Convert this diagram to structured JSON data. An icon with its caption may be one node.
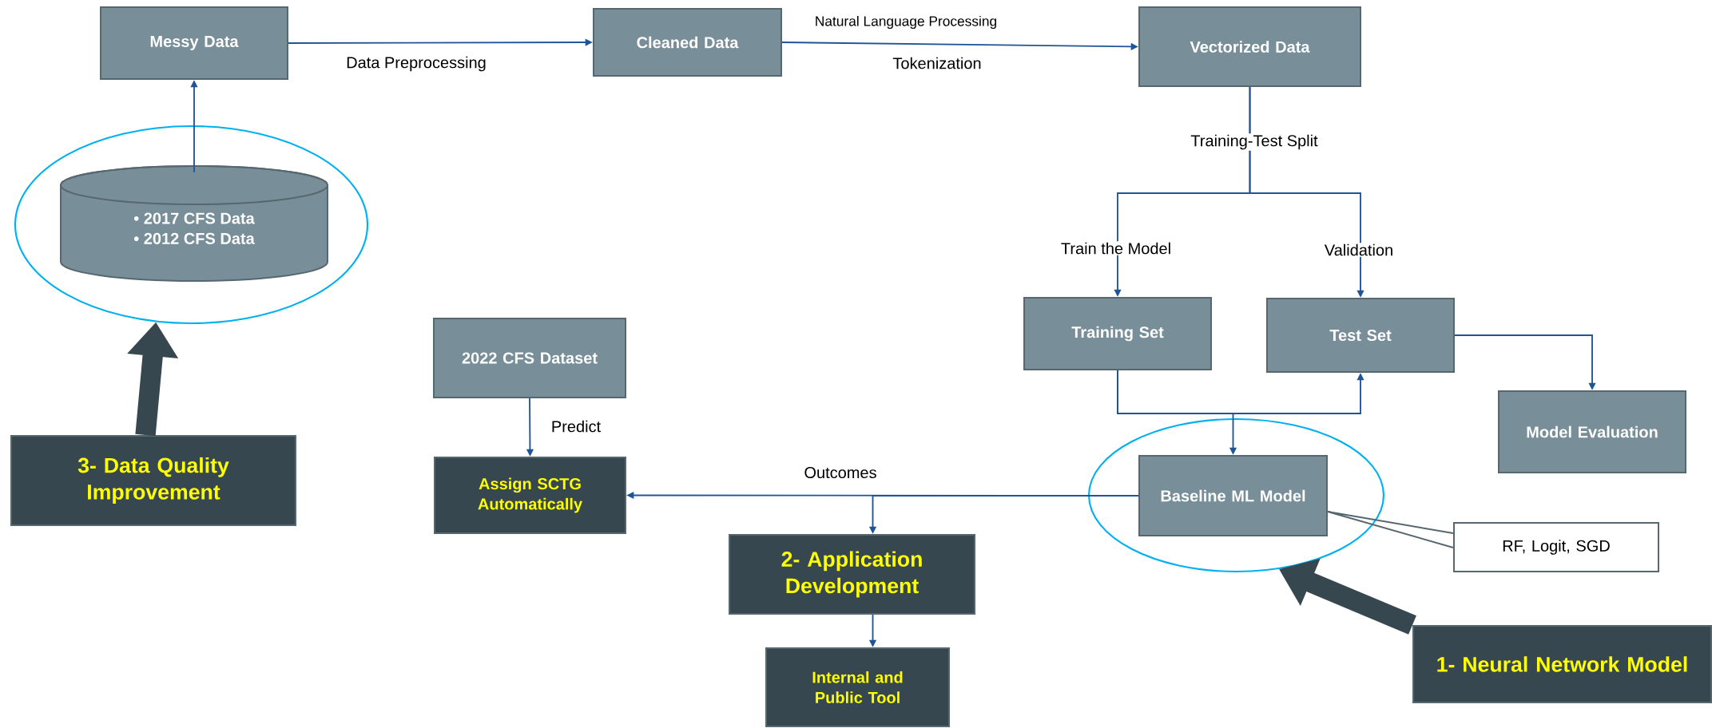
{
  "diagram": {
    "nodes": [
      {
        "text": [
          "Messy Data"
        ]
      },
      {
        "text": [
          "Cleaned Data"
        ]
      },
      {
        "text": [
          "Vectorized Data"
        ]
      },
      {
        "text": [],
        "shape": "ellipse"
      },
      {
        "text": [
          "• 2017 CFS Data",
          "• 2012 CFS Data"
        ],
        "in": 3
      },
      {
        "text": [
          "3- Data Quality Improvement"
        ]
      },
      {
        "text": [
          "2022 CFS Dataset"
        ]
      },
      {
        "text": [
          "Training Set"
        ]
      },
      {
        "text": [
          "Test Set"
        ]
      },
      {
        "text": [
          "Assign SCTG Automatically"
        ]
      },
      {
        "text": [
          "Model Evaluation"
        ]
      },
      {
        "text": [],
        "shape": "ellipse"
      },
      {
        "text": [
          "Baseline ML Model"
        ],
        "in": 11
      },
      {
        "text": [
          "RF, Logit, SGD"
        ]
      },
      {
        "text": [
          "2- Application Development"
        ]
      },
      {
        "text": [
          "Internal and Public Tool"
        ]
      },
      {
        "text": [
          "1- Neural Network Model"
        ]
      }
    ],
    "edges": [
      {
        "from": 4,
        "to": 0,
        "arrow": "to"
      },
      {
        "from": 0,
        "to": 1,
        "arrow": "to",
        "label": "Data Preprocessing"
      },
      {
        "from": 1,
        "to": 2,
        "arrow": "to",
        "label": "Natural Language Processing"
      },
      {
        "from": 2,
        "to": 7,
        "arrow": "to",
        "label": "Train the Model"
      },
      {
        "from": 2,
        "to": 8,
        "arrow": "to",
        "label": "Validation"
      },
      {
        "from": 7,
        "to": 12,
        "arrow": "to"
      },
      {
        "from": 7,
        "to": 8,
        "arrow": "to"
      },
      {
        "from": 8,
        "to": 10,
        "arrow": "to"
      },
      {
        "from": 12,
        "to": 9,
        "arrow": "to",
        "label": "Outcomes"
      },
      {
        "from": 12,
        "to": 14,
        "arrow": "to"
      },
      {
        "from": 6,
        "to": 9,
        "arrow": "to",
        "label": "Predict"
      },
      {
        "from": 14,
        "to": 15,
        "arrow": "to"
      },
      {
        "from": 5,
        "to": 3,
        "arrow": "to",
        "style": "thick",
        "color": "#37474f"
      },
      {
        "from": 16,
        "to": 11,
        "arrow": "to",
        "style": "thick",
        "color": "#37474f"
      },
      {
        "from": 13,
        "to": 12,
        "arrow": "none"
      }
    ],
    "labels": [
      "Tokenization",
      "Training-Test Split"
    ]
  }
}
